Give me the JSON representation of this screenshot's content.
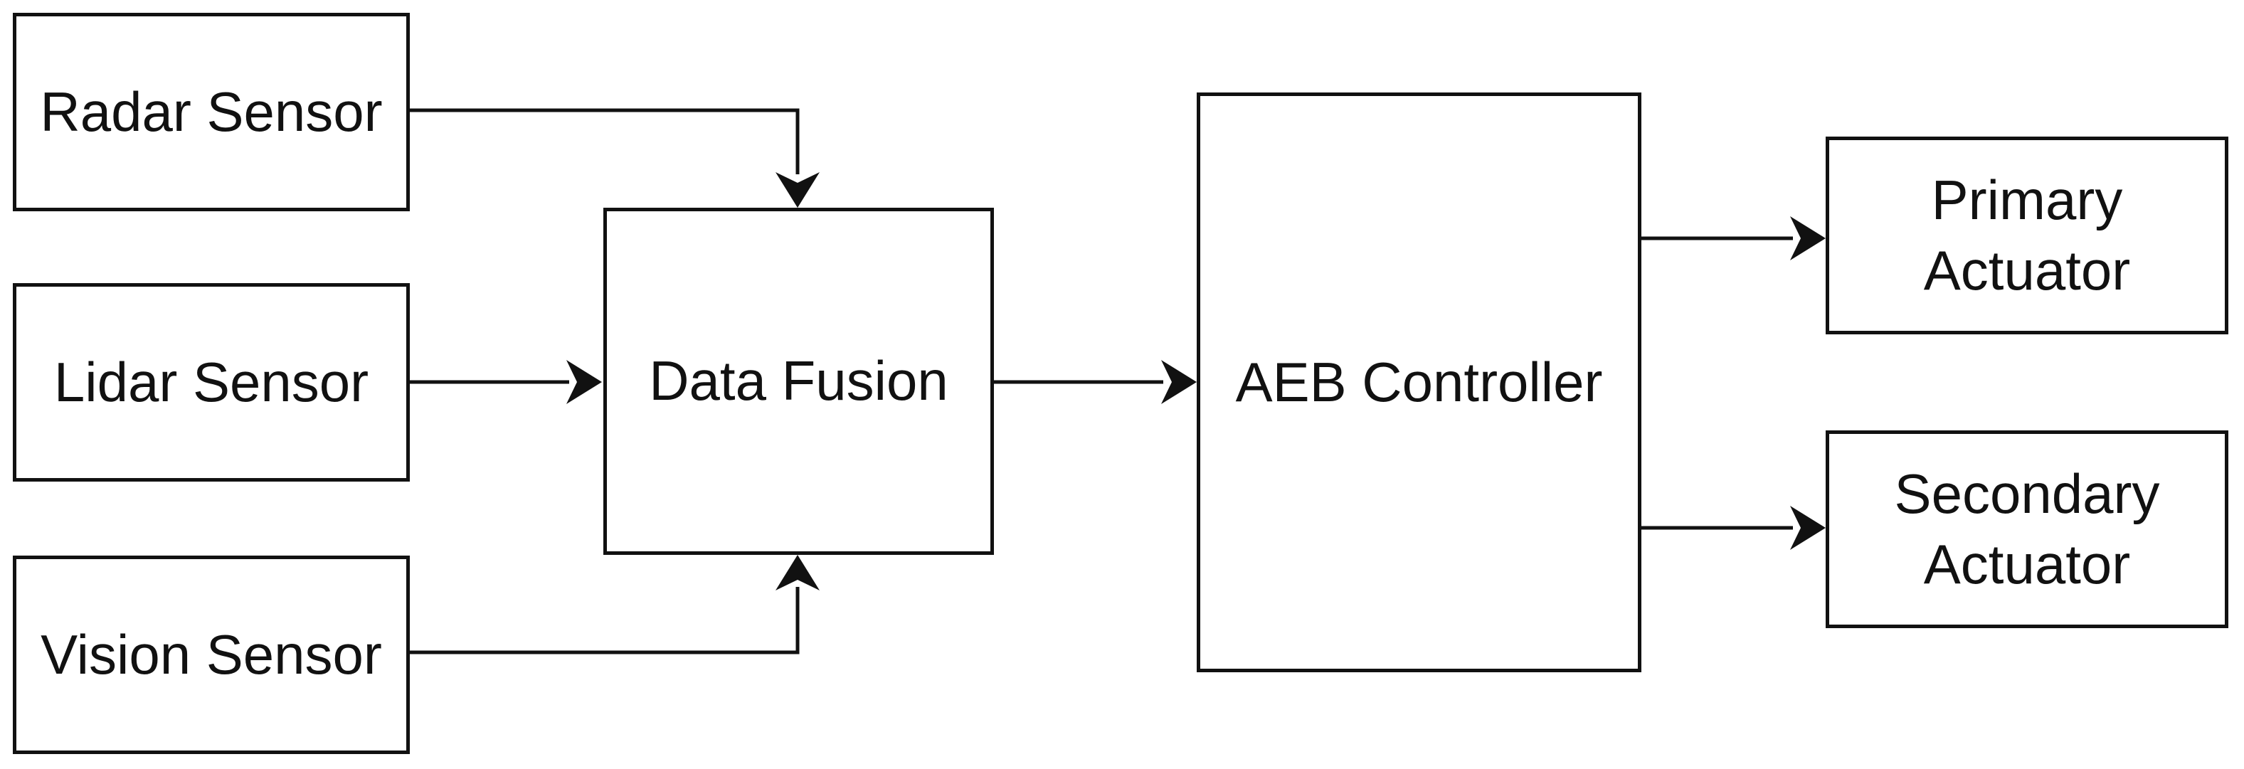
{
  "diagram": {
    "type": "block-diagram",
    "nodes": {
      "radar_sensor": {
        "label": "Radar Sensor"
      },
      "lidar_sensor": {
        "label": "Lidar Sensor"
      },
      "vision_sensor": {
        "label": "Vision Sensor"
      },
      "data_fusion": {
        "label": "Data Fusion"
      },
      "aeb_controller": {
        "label": "AEB Controller"
      },
      "primary_actuator": {
        "label_line1": "Primary",
        "label_line2": "Actuator"
      },
      "secondary_actuator": {
        "label_line1": "Secondary",
        "label_line2": "Actuator"
      }
    },
    "edges": [
      {
        "from": "radar_sensor",
        "to": "data_fusion"
      },
      {
        "from": "lidar_sensor",
        "to": "data_fusion"
      },
      {
        "from": "vision_sensor",
        "to": "data_fusion"
      },
      {
        "from": "data_fusion",
        "to": "aeb_controller"
      },
      {
        "from": "aeb_controller",
        "to": "primary_actuator"
      },
      {
        "from": "aeb_controller",
        "to": "secondary_actuator"
      }
    ],
    "colors": {
      "stroke": "#111111",
      "fill": "#ffffff",
      "text": "#111111"
    }
  }
}
